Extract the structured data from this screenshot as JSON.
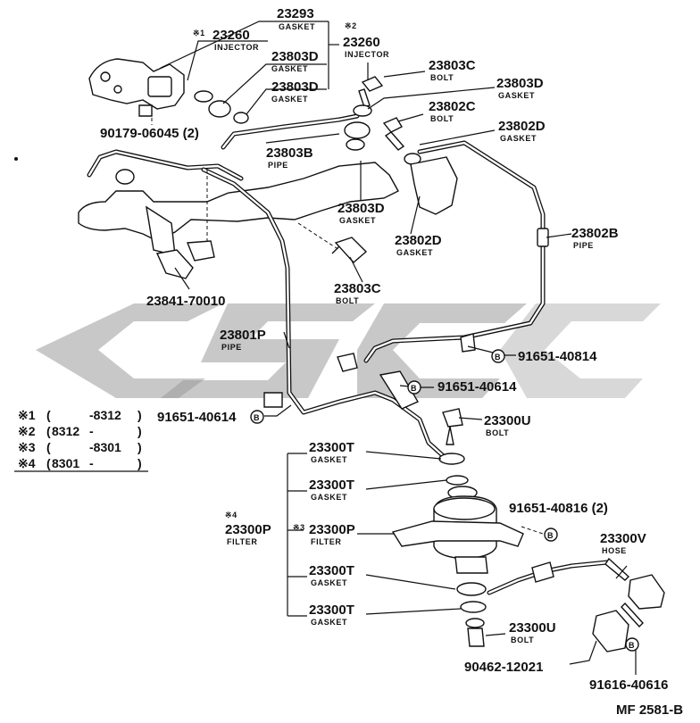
{
  "labels": {
    "l23293": {
      "pn": "23293",
      "name": "GASKET"
    },
    "l23260a": {
      "mark": "※1",
      "pn": "23260",
      "name": "INJECTOR"
    },
    "l23260b": {
      "mark": "※2",
      "pn": "23260",
      "name": "INJECTOR"
    },
    "l23803D_1": {
      "pn": "23803D",
      "name": "GASKET"
    },
    "l23803D_2": {
      "pn": "23803D",
      "name": "GASKET"
    },
    "l90179": {
      "pn": "90179-06045 (2)"
    },
    "l23803C_1": {
      "pn": "23803C",
      "name": "BOLT"
    },
    "l23803D_3": {
      "pn": "23803D",
      "name": "GASKET"
    },
    "l23802C": {
      "pn": "23802C",
      "name": "BOLT"
    },
    "l23802D_1": {
      "pn": "23802D",
      "name": "GASKET"
    },
    "l23803B": {
      "pn": "23803B",
      "name": "PIPE"
    },
    "l23803D_4": {
      "pn": "23803D",
      "name": "GASKET"
    },
    "l23802D_2": {
      "pn": "23802D",
      "name": "GASKET"
    },
    "l23802B": {
      "pn": "23802B",
      "name": "PIPE"
    },
    "l23841": {
      "pn": "23841-70010"
    },
    "l23803C_2": {
      "pn": "23803C",
      "name": "BOLT"
    },
    "l23801P": {
      "pn": "23801P",
      "name": "PIPE"
    },
    "l91651a": {
      "pn": "91651-40814"
    },
    "l91651b": {
      "pn": "91651-40614"
    },
    "l91651c": {
      "pn": "91651-40614"
    },
    "l23300U_1": {
      "pn": "23300U",
      "name": "BOLT"
    },
    "l23300T_1": {
      "pn": "23300T",
      "name": "GASKET"
    },
    "l23300T_2": {
      "pn": "23300T",
      "name": "GASKET"
    },
    "l91651d": {
      "pn": "91651-40816 (2)"
    },
    "l23300P_a": {
      "mark": "※4",
      "pn": "23300P",
      "name": "FILTER"
    },
    "l23300P_b": {
      "mark": "※3",
      "pn": "23300P",
      "name": "FILTER"
    },
    "l23300V": {
      "pn": "23300V",
      "name": "HOSE"
    },
    "l23300T_3": {
      "pn": "23300T",
      "name": "GASKET"
    },
    "l23300T_4": {
      "pn": "23300T",
      "name": "GASKET"
    },
    "l23300U_2": {
      "pn": "23300U",
      "name": "BOLT"
    },
    "l90462": {
      "pn": "90462-12021"
    },
    "l91616": {
      "pn": "91616-40616"
    }
  },
  "circle_b": "B",
  "legend": [
    {
      "mark": "※1",
      "open": "(",
      "from": "",
      "to": "-8312",
      "close": ")"
    },
    {
      "mark": "※2",
      "open": "(",
      "from": "8312",
      "to": "-",
      "close": ")"
    },
    {
      "mark": "※3",
      "open": "(",
      "from": "",
      "to": "-8301",
      "close": ")"
    },
    {
      "mark": "※4",
      "open": "(",
      "from": "8301",
      "to": "-",
      "close": ")"
    }
  ],
  "footer": "MF 2581-B",
  "colors": {
    "ink": "#111111",
    "watermark": "#9a9a9a"
  }
}
